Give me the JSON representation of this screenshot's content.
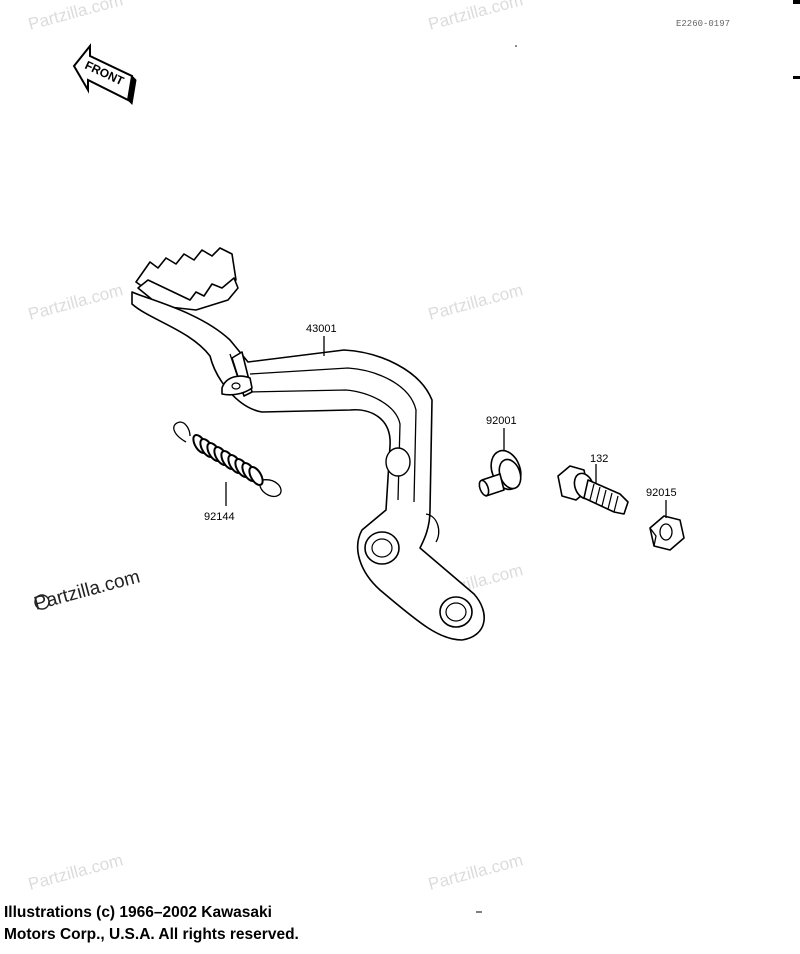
{
  "diagram": {
    "code": "E2260-0197",
    "front_label": "FRONT",
    "watermark": "Partzilla.com",
    "parts": [
      {
        "number": "43001"
      },
      {
        "number": "92001"
      },
      {
        "number": "132"
      },
      {
        "number": "92015"
      },
      {
        "number": "92144"
      }
    ],
    "copyright_line1": "Illustrations (c) 1966–2002 Kawasaki",
    "copyright_line2": "Motors Corp., U.S.A.  All rights reserved."
  }
}
